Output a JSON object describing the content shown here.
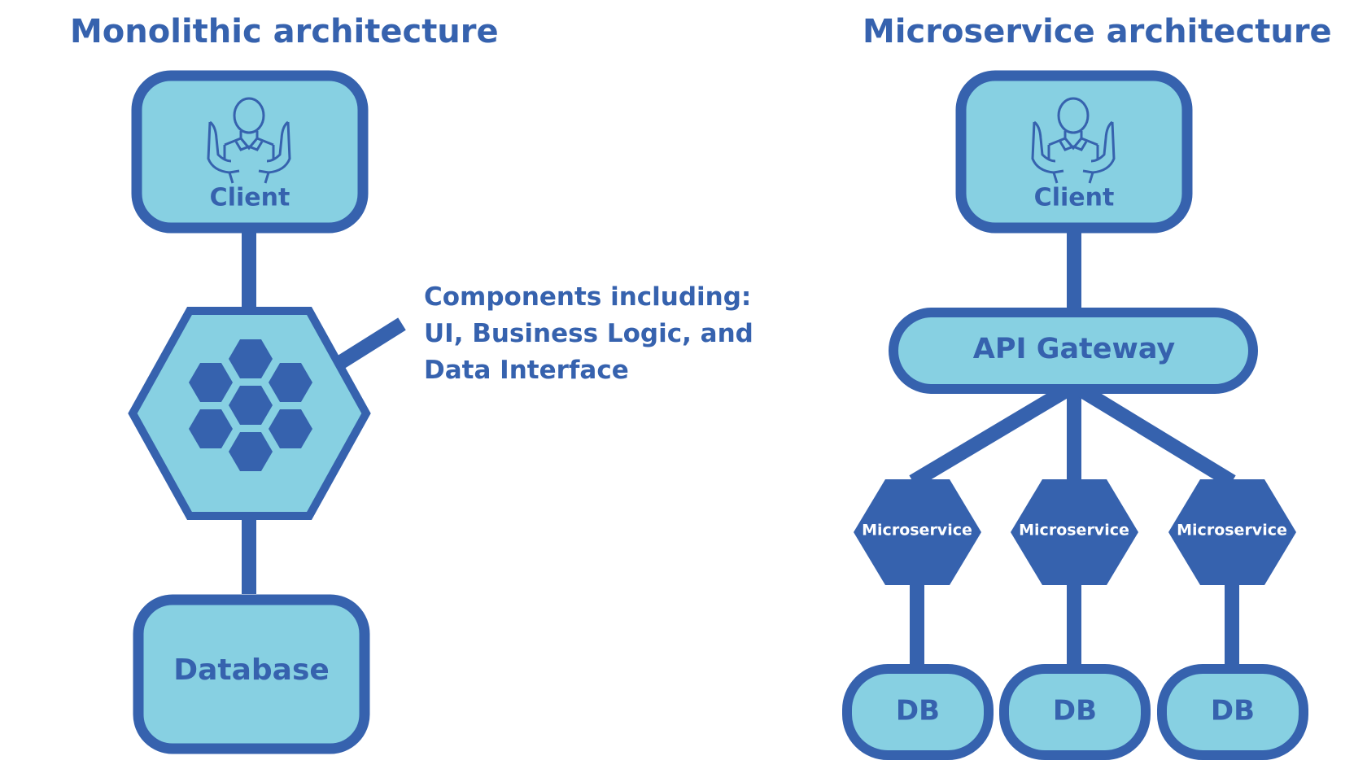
{
  "colors": {
    "stroke": "#3662ae",
    "fill": "#87d0e2",
    "text": "#3662ae",
    "inverse_text": "#ffffff",
    "background": "#ffffff"
  },
  "monolith": {
    "title": "Monolithic architecture",
    "client_label": "Client",
    "client_icon": "person-presenting-icon",
    "app_icon": "hexagon-cluster-icon",
    "callout": {
      "line1": "Components including:",
      "line2": "UI, Business Logic, and",
      "line3": "Data Interface"
    },
    "database_label": "Database"
  },
  "microservice": {
    "title": "Microservice architecture",
    "client_label": "Client",
    "client_icon": "person-presenting-icon",
    "gateway_label": "API Gateway",
    "services": [
      {
        "label": "Microservice",
        "db_label": "DB"
      },
      {
        "label": "Microservice",
        "db_label": "DB"
      },
      {
        "label": "Microservice",
        "db_label": "DB"
      }
    ]
  }
}
